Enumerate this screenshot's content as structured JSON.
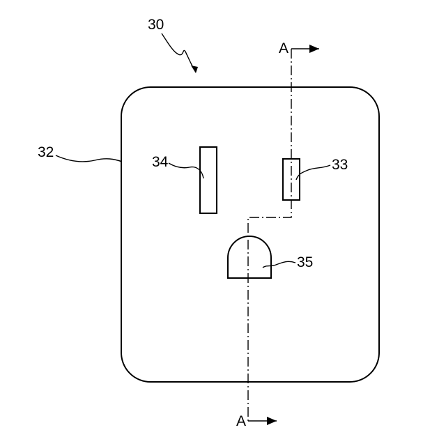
{
  "figure": {
    "labels": {
      "device": "30",
      "plate": "32",
      "slot_left": "34",
      "slot_right": "33",
      "ground_hole": "35",
      "section_top": "A",
      "section_bottom": "A"
    }
  }
}
